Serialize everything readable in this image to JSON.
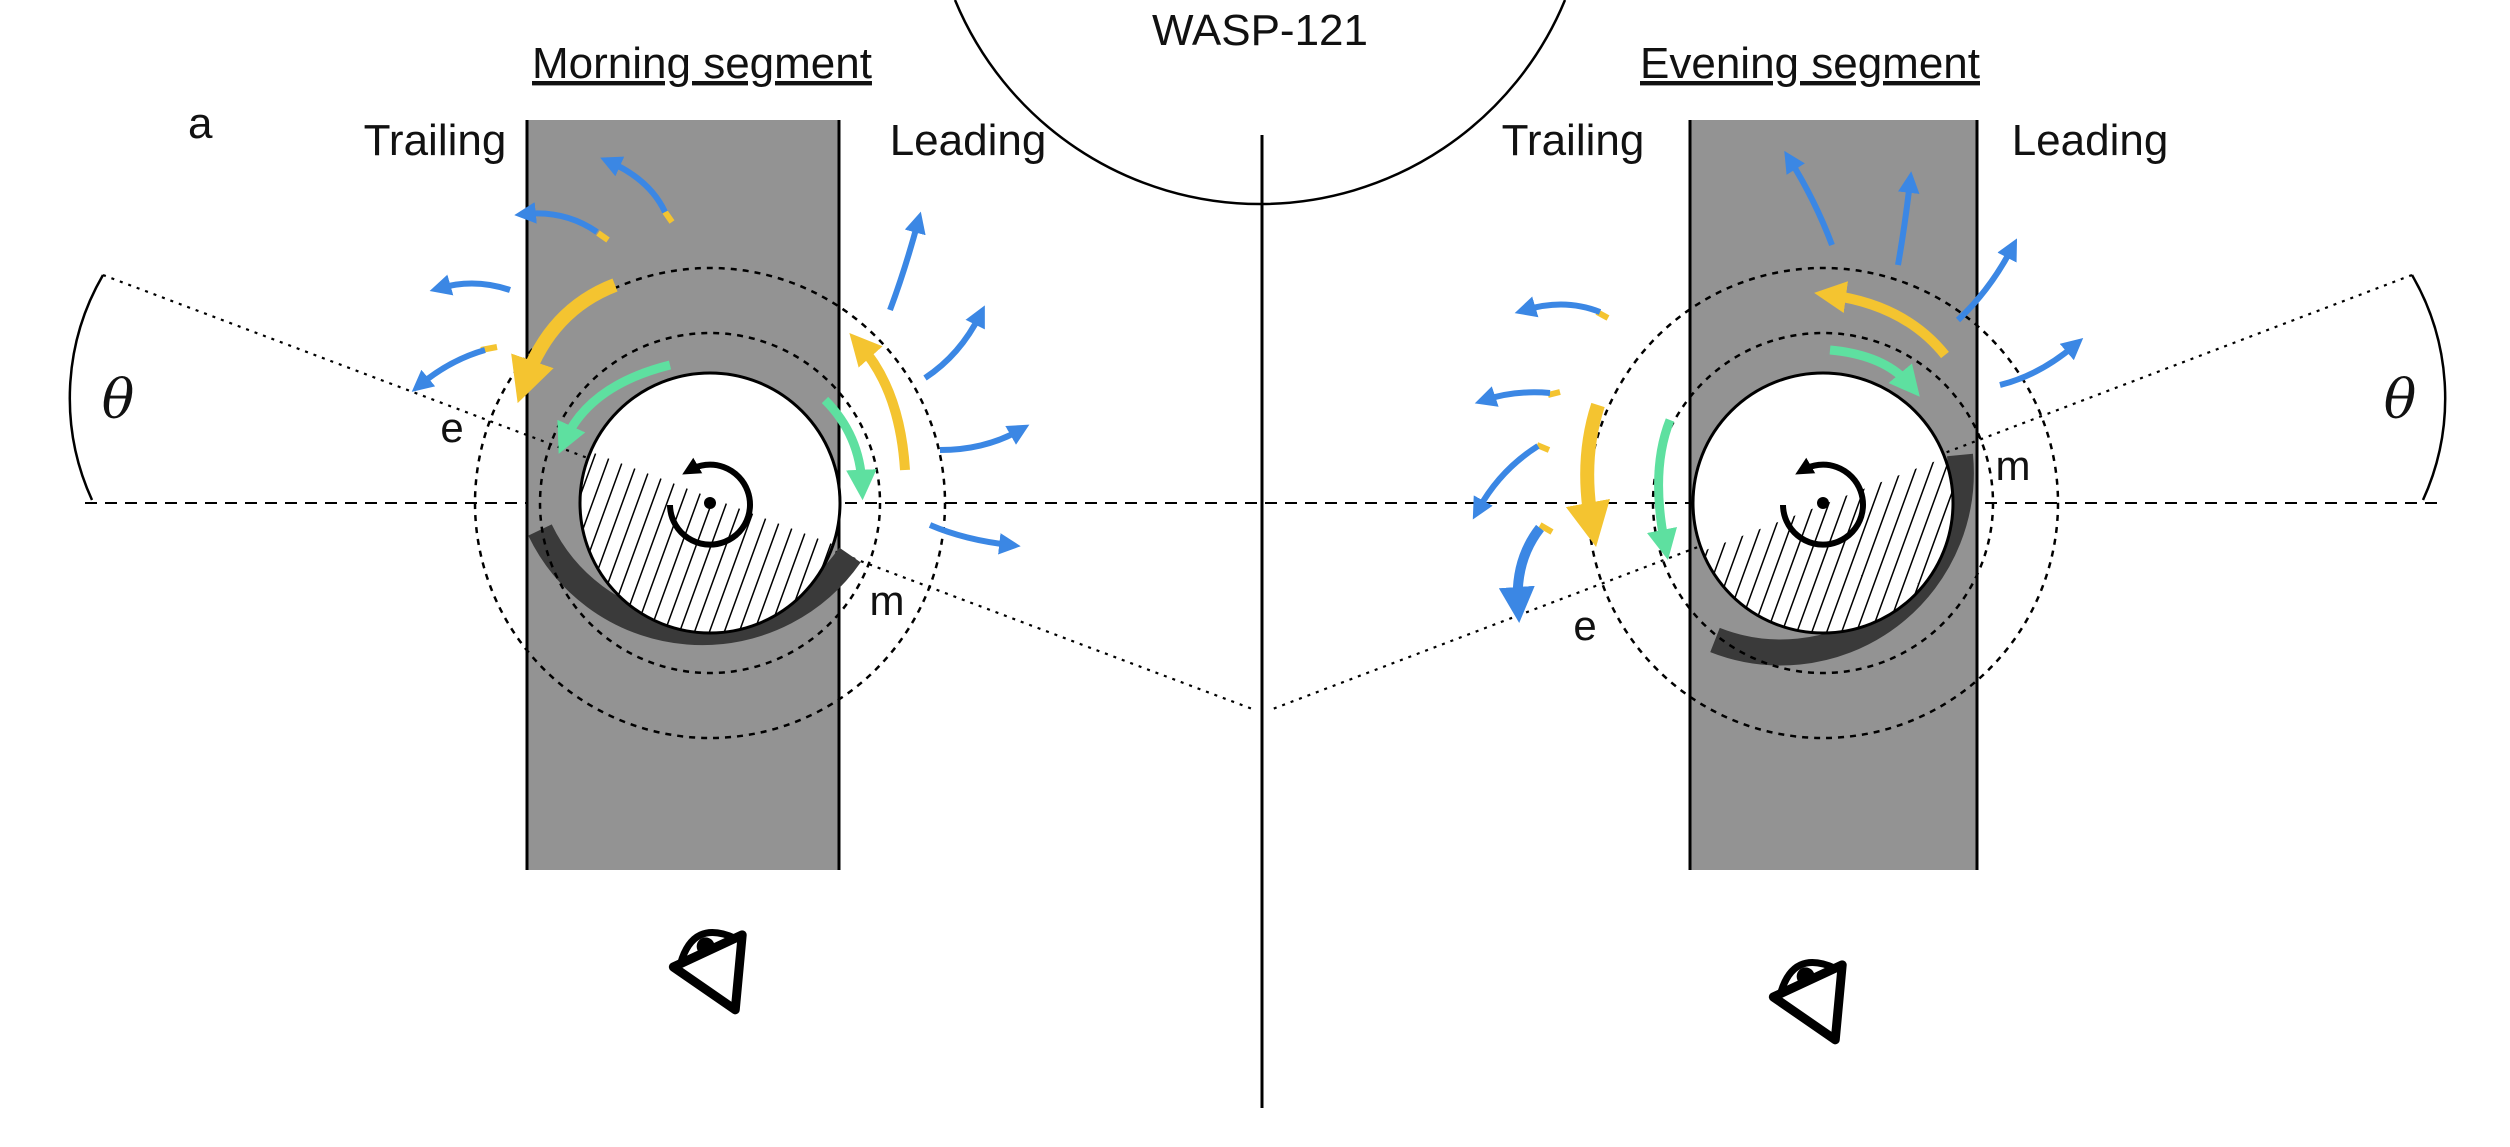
{
  "star": {
    "name": "WASP-121"
  },
  "panel_label": "a",
  "morning": {
    "title": "Morning segment",
    "trailing": "Trailing",
    "leading": "Leading",
    "evening_marker": "e",
    "morning_marker": "m",
    "angle": "θ"
  },
  "evening": {
    "title": "Evening segment",
    "trailing": "Trailing",
    "leading": "Leading",
    "evening_marker": "e",
    "morning_marker": "m",
    "angle": "θ"
  },
  "colors": {
    "band": "#939393",
    "terminator_arc": "#3a3a3a",
    "wind_outer": "#3b87e4",
    "wind_middle": "#f4c430",
    "wind_inner": "#5ee0a0"
  },
  "icons": [
    "observer-eye-icon",
    "rotation-arrow-icon"
  ]
}
